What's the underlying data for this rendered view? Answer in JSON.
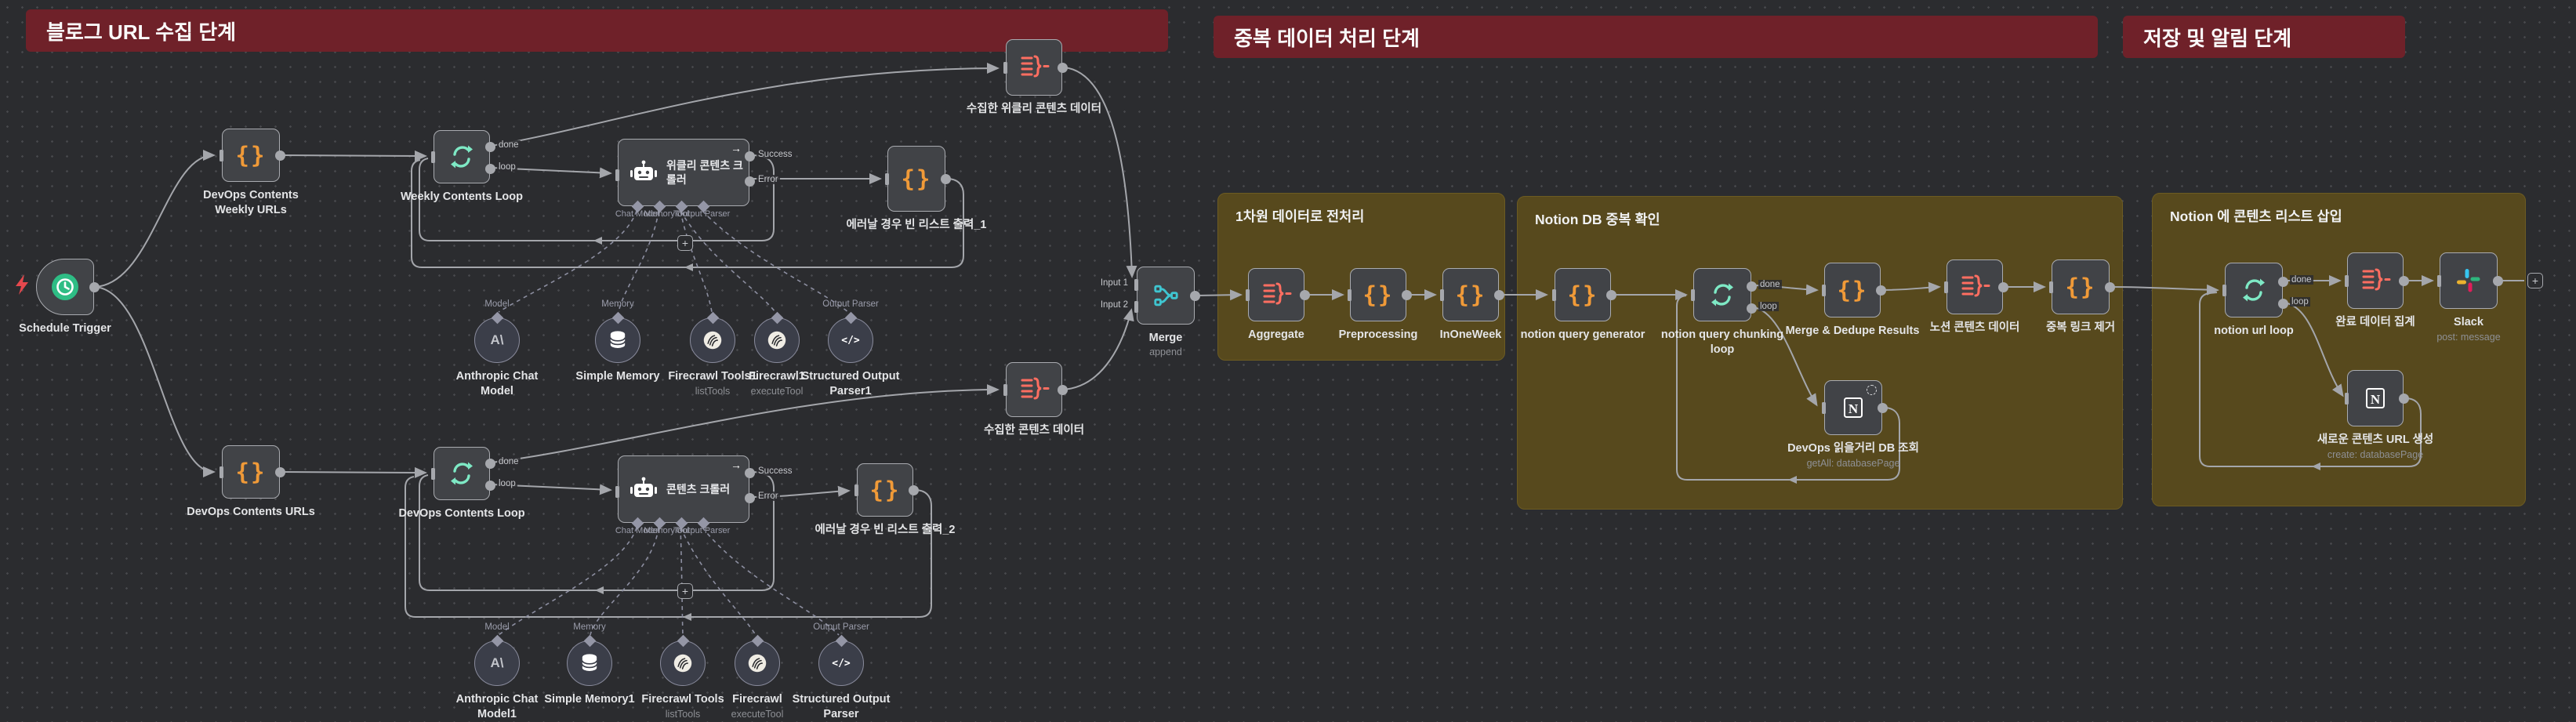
{
  "banners": {
    "stage1": "블로그 URL 수집 단계",
    "stage2": "중복 데이터 처리 단계",
    "stage3": "저장 및 알림 단계"
  },
  "zones": {
    "zone1": "1차원 데이터로 전처리",
    "zone2": "Notion DB 중복 확인",
    "zone3": "Notion 에 콘텐츠 리스트 삽입"
  },
  "ports": {
    "done": "done",
    "loop": "loop",
    "success": "Success",
    "error": "Error",
    "input1": "Input 1",
    "input2": "Input 2"
  },
  "ai_labels": {
    "model": "Model",
    "memory": "Memory",
    "chat_model": "Chat Model",
    "tool": "Tool",
    "output_parser": "Output Parser"
  },
  "nodes": {
    "schedule_trigger": {
      "label": "Schedule Trigger"
    },
    "weekly_urls": {
      "label": "DevOps Contents\nWeekly URLs"
    },
    "weekly_loop": {
      "label": "Weekly Contents Loop"
    },
    "weekly_crawler": {
      "title": "위클리 콘텐츠 크롤러"
    },
    "empty_list_1": {
      "label": "에러날 경우 빈 리스트 출력_1"
    },
    "weekly_collected": {
      "label": "수집한 위클리 콘텐츠 데이터"
    },
    "devops_urls": {
      "label": "DevOps Contents URLs"
    },
    "devops_loop": {
      "label": "DevOps Contents Loop"
    },
    "content_crawler": {
      "title": "콘텐츠 크롤러"
    },
    "empty_list_2": {
      "label": "에러날 경우 빈 리스트 출력_2"
    },
    "content_collected": {
      "label": "수집한 콘텐츠 데이터"
    },
    "anthropic_1": {
      "label": "Anthropic Chat\nModel"
    },
    "simple_memory_1": {
      "label": "Simple Memory"
    },
    "firecrawl_tools_1": {
      "label": "Firecrawl Tools1",
      "subtitle": "listTools"
    },
    "firecrawl_1": {
      "label": "Firecrawl1",
      "subtitle": "executeTool"
    },
    "sop_1": {
      "label": "Structured Output\nParser1"
    },
    "anthropic_2": {
      "label": "Anthropic Chat\nModel1"
    },
    "simple_memory_2": {
      "label": "Simple Memory1"
    },
    "firecrawl_tools_2": {
      "label": "Firecrawl Tools",
      "subtitle": "listTools"
    },
    "firecrawl_2": {
      "label": "Firecrawl",
      "subtitle": "executeTool"
    },
    "sop_2": {
      "label": "Structured Output\nParser"
    },
    "merge": {
      "label": "Merge",
      "subtitle": "append"
    },
    "aggregate": {
      "label": "Aggregate"
    },
    "preprocessing": {
      "label": "Preprocessing"
    },
    "inoneweek": {
      "label": "InOneWeek"
    },
    "notion_query_generator": {
      "label": "notion query generator"
    },
    "notion_query_chunking_loop": {
      "label": "notion query chunking\nloop"
    },
    "merge_dedupe": {
      "label": "Merge & Dedupe Results"
    },
    "notion_contents_data": {
      "label": "노션 콘텐츠 데이터"
    },
    "dedupe_links": {
      "label": "중복 링크 제거"
    },
    "devops_db_query": {
      "label": "DevOps 읽을거리 DB 조회",
      "subtitle": "getAll: databasePage"
    },
    "notion_url_loop": {
      "label": "notion url loop"
    },
    "final_aggregate": {
      "label": "완료 데이터 집계"
    },
    "slack": {
      "label": "Slack",
      "subtitle": "post: message"
    },
    "create_content_url": {
      "label": "새로운 콘텐츠 URL 생성",
      "subtitle": "create: databasePage"
    }
  },
  "icons": {
    "set_braces": "{}",
    "anthropic": "A\\",
    "code_parser": "</>",
    "plus": "+",
    "agent_arrow": "→"
  },
  "colors": {
    "banner_bg": "#6F2129",
    "zone_bg": "#57491D",
    "node_bg": "#414347",
    "node_border": "#A9ABB0",
    "canvas_bg": "#2B2C2F",
    "set_icon_orange": "#F09A38",
    "aggregate_icon_red": "#FF6E61",
    "merge_icon_teal": "#3FC5D0",
    "loop_icon_mint": "#7EE9C5",
    "trigger_green": "#2EBD85",
    "error_bolt_red": "#E5484D",
    "slack_blue": "#36C5F0",
    "slack_green": "#2EB67D",
    "slack_yellow": "#ECB22E",
    "slack_red": "#E01E5A"
  }
}
